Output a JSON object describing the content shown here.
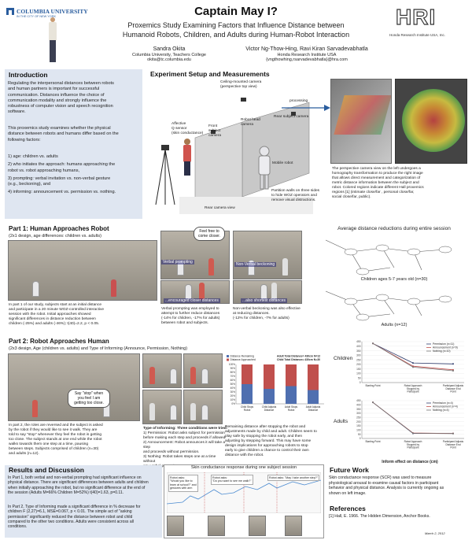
{
  "header": {
    "logo_left": "COLUMBIA UNIVERSITY",
    "logo_left_sub": "IN THE CITY OF NEW YORK",
    "title": "Captain May I?",
    "subtitle_line1": "Proxemics Study Examining Factors that Influence Distance between",
    "subtitle_line2": "Humanoid Robots, Children, and Adults during Human-Robot Interaction",
    "author1_name": "Sandra Okita",
    "author1_affil": "Columbia University, Teachers College",
    "author1_email": "okita@tc.columbia.edu",
    "author2_name": "Victor Ng-Thow-Hing, Ravi Kiran Sarvadevabhatla",
    "author2_affil": "Honda Research Institute USA",
    "author2_email": "{vngthowhing,rsarvadevabhatla}@hra.com",
    "logo_right": "HRI",
    "logo_right_sub": "Honda Research Institute USA, Inc."
  },
  "intro": {
    "heading": "Introduction",
    "p1": "Regulating the interpersonal distances between robots\nand human partners is important for successful\ncommunication. Distances influence the choice of\ncommunication modality and strongly influence the\nrobustness of computer vision and speech recognition\nsoftware.",
    "p2": "This proxemics study examines whether the physical\ndistance between robots and humans differ based on the\nfollowing factors:",
    "items": [
      "1)   age: children vs. adults",
      "2)   who initiates the approach: humans approaching the\n       robot vs. robot approaching humans,",
      "3)   prompting: verbal invitation vs. non-verbal gesture\n       (e.g., beckoning), and",
      "4)   informing: announcement vs. permission vs. nothing."
    ]
  },
  "setup": {
    "heading": "Experiment Setup and Measurements",
    "label_ceiling": "Ceiling-mounted camera\n(perspective top view)",
    "label_processing": "processing",
    "label_rear_subject": "Rear subject camera",
    "label_sensor": "Affective\nQ sensor\n(skin conductance)",
    "label_front": "Front\nsubject\ncamera",
    "label_robot_head": "Robot head\ncamera",
    "label_mobile": "Mobile robot",
    "label_partition": "Partition walls on three sides\nto hide WOZ operators and\nremove visual distractions.",
    "label_rear_view": "Rear camera view",
    "desc": "The perspective camera view on the left undergoes a\nhomography transformation to produce the right image\nthat  allows direct measurement and categorization of\nmetric distance information between the subject and\nrobot. Colored regions indicate different Hall proxemics\nregions [1]  (intimate close/far , personal close/far,\nsocial close/far, public)."
  },
  "part1": {
    "heading": "Part 1: Human Approaches Robot",
    "design": "(2x1 design, age differences: children vs. adults)",
    "bubble": "Feel free to\ncome closer.",
    "cap_verbal": "Verbal prompting",
    "cap_encouraged": "...encouraged closer distances",
    "cap_nonverbal": "Non-Verbal beckoning",
    "cap_shortest": "...also  shortest distances",
    "text_left": "In part 1 of our study, subjects start at an initial distance\nand participate in a 20 minute WOZ-controlled interactive\nsession with the robot. Initial approaches showed\nsignificant differences in distance reduction between\nchildren (-25%) and adults (-46%); t(40)=2.2, p < 0.05.",
    "text_mid": "Verbal prompting was employed to\nattempt to further reduce distances\n(-14% for children, -17% for adults)\nbetween robot and subjects.",
    "text_right": "Non-verbal beckoning was also effective\nat reducing distances.\n(-12% for children, -7% for adults)",
    "diagram_title": "Average distance reductions during entire session",
    "children_label": "Children ages 5-7 years old (n=30)",
    "adults_label": "Adults (n=12)"
  },
  "part2": {
    "heading": "Part 2: Robot Approaches Human",
    "design": "(2x3 design, Age (children vs. adults) and Type of Informing (Announce, Permission, Nothing)",
    "bubble": "Say \"stop\" when\nyou feel I am\ngetting too close.",
    "text_left": "In part 2, the roles are reversed and the subject is asked\nby the robot if they would like to see it walk.  They are\ntold to say \"stop\" whenever they feel the robot is getting\ntoo close. The subject stands at one end while the robot\nwalks towards them one step at a time, pausing\nbetween steps. Subjects comprised of children (n=30)\nand adults (n=12).",
    "text_mid_title": "Type of Informing: Three conditions were tried:",
    "text_mid_items": [
      "1) Permission: Robot asks subject for permission\nbefore making each step and proceeds if allowed.",
      "2) Announcement: Robot announces it will take a step\nand proceeds without permission.",
      "3) Nothing: Robot takes steps one at a time without\nany verbal prompting."
    ],
    "text_bar": "Remaining distance after stopping the robot and\nadjustments made by child and adult. Children seem to\nplay safe by stopping the robot early, and then\nadjusting by stepping forward. This may have some\ndesign implications for approaching robots to stop\nearly to give children a chance to control their own\ndistance with the robot.",
    "children_label": "Children",
    "adults_label": "Adults",
    "line_xlabel": "Inform effect on distance (cm)"
  },
  "results": {
    "heading": "Results and Discussion",
    "p1": "In Part 1, both verbal and non-verbal prompting had significant influence on\nphysical distance. There are significant differences between adults and children\nwhen initially approaching the robot, but no significant difference at the end of\nthe session (Adults M=66% Children M=52%) t(40)=1.63, p=0.11.",
    "p2": "In Part 2, Type of Informing made a significant difference in % decrease for\nchildren F (2,27)=6.1, MSE=0.067, p < 0.01. The simple act of \"asking\npermission\" significantly reduced the distance between robot and child\ncompared to the other two conditions. Adults were consistent across all\nconditions."
  },
  "scr": {
    "title": "Skin conductance response during one subject session",
    "note1": "Robot asks:\n\"Would you like to\nlearn at school?\" and\ngestures with arm",
    "note2": "Robot asks:\n\"Do you want to see me walk?\"",
    "note3": "Robot asks: \"May I take another step?\""
  },
  "future": {
    "heading": "Future Work",
    "text": "Skin conductance response (SCR) was used to measure\nphysiological arousal to examine causal factors in participant\nbehavior and physical distance. Analysis is currently ongoing as\nshown on left image."
  },
  "references": {
    "heading": "References",
    "text": "[1] Hall, E. 1966. The Hidden Dimension, Anchor Books.",
    "date": "March 2, 2012"
  },
  "chart_data": [
    {
      "type": "bar",
      "title": "",
      "categories": [
        "Child Stops Robot",
        "Child Adjusts Distance",
        "Adult Stops Robot",
        "Adult Adjusts Distance"
      ],
      "series": [
        {
          "name": "Distance Remaining",
          "values": [
            50,
            38,
            45,
            35
          ]
        },
        {
          "name": "Distance Approached",
          "values": [
            50,
            62,
            55,
            65
          ]
        }
      ],
      "annotations": [
        "Adult Total Distance= 430cm  N=12",
        "Child Total Distance= 430cm  N=30"
      ],
      "ylim": [
        0,
        100
      ],
      "yticks": [
        "0%",
        "10%",
        "20%",
        "30%",
        "40%",
        "50%",
        "60%",
        "70%",
        "80%",
        "90%",
        "100%"
      ]
    },
    {
      "type": "line",
      "group": "Children",
      "categories": [
        "Starting Point",
        "Robot Approach Stopped by Participant",
        "Participant Adjusts Distance End Point"
      ],
      "series": [
        {
          "name": "Permission (n=11)",
          "values": [
            430,
            215,
            205
          ]
        },
        {
          "name": "Announcement (n=9)",
          "values": [
            430,
            180,
            140
          ]
        },
        {
          "name": "Nothing (n=10)",
          "values": [
            430,
            170,
            130
          ]
        }
      ],
      "ylim": [
        0,
        450
      ],
      "yticks": [
        0,
        50,
        100,
        150,
        200,
        250,
        300,
        350,
        400,
        450
      ]
    },
    {
      "type": "line",
      "group": "Adults",
      "categories": [
        "Starting Point",
        "Robot Approach Stopped by Participant",
        "Participant Adjusts Distance End Point"
      ],
      "series": [
        {
          "name": "Permission (n=4)",
          "values": [
            430,
            60,
            60
          ]
        },
        {
          "name": "Announcement (n=4)",
          "values": [
            430,
            65,
            60
          ]
        },
        {
          "name": "Nothing (n=4)",
          "values": [
            430,
            62,
            58
          ]
        }
      ],
      "xlabel": "Inform effect on distance (cm)",
      "ylim": [
        0,
        450
      ],
      "yticks": [
        0,
        50,
        100,
        150,
        200,
        250,
        300,
        350,
        400,
        450
      ]
    }
  ],
  "colors": {
    "section_bar": "#c9d6e8",
    "blue_panel": "#dfe6f1",
    "bar_remaining": "#4f6fb0",
    "bar_approached": "#c0504d",
    "permission": "#2f3c6c",
    "announcement": "#c0504d",
    "nothing": "#777777"
  }
}
